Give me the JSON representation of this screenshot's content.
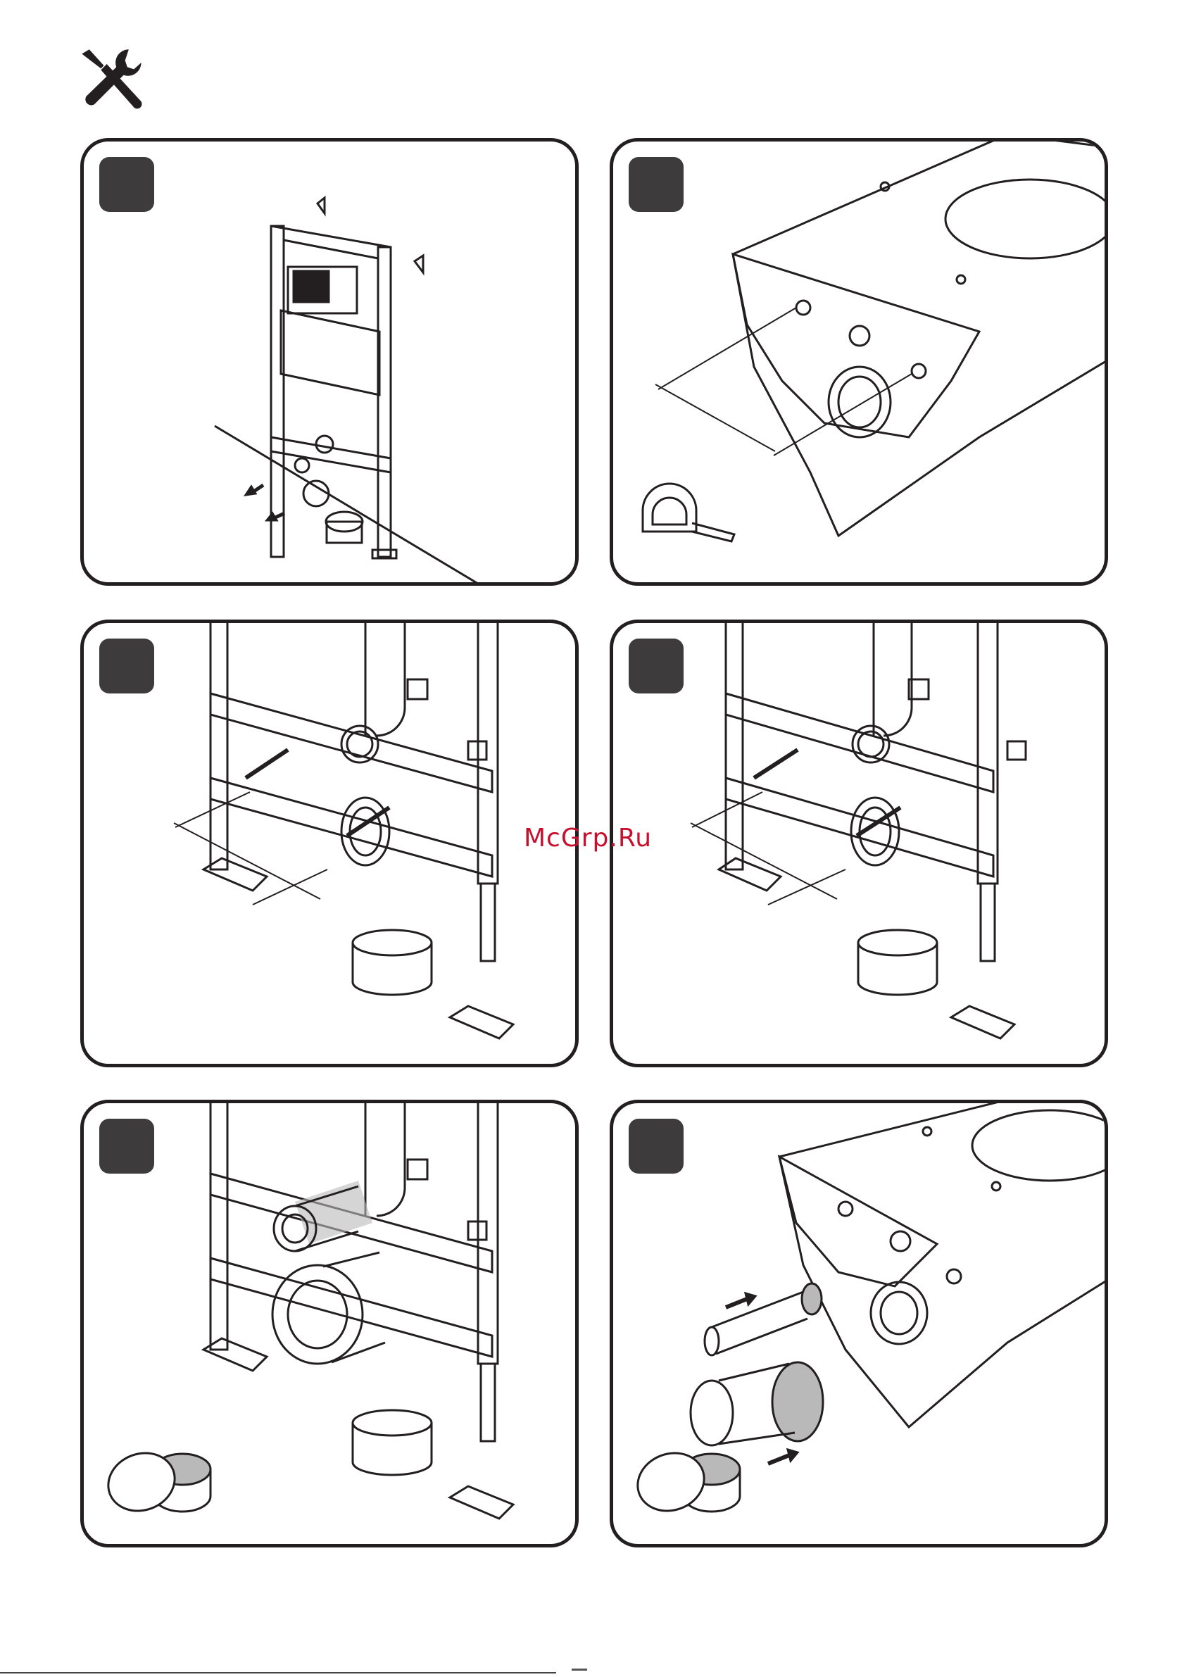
{
  "watermark": {
    "text": "McGrp.Ru",
    "color": "#c8102e"
  },
  "header": {
    "icon": "wrench-screwdriver-icon"
  },
  "steps": [
    {
      "id": 1,
      "scene": "frame-overview"
    },
    {
      "id": 2,
      "scene": "bowl-measure"
    },
    {
      "id": 3,
      "scene": "frame-studs-measure"
    },
    {
      "id": 4,
      "scene": "frame-studs-adjust"
    },
    {
      "id": 5,
      "scene": "frame-connectors-lubricant"
    },
    {
      "id": 6,
      "scene": "bowl-connectors-lubricant"
    }
  ],
  "colors": {
    "ink": "#231f20",
    "badge": "#3e3b3c",
    "grease": "#b9b9b9"
  }
}
